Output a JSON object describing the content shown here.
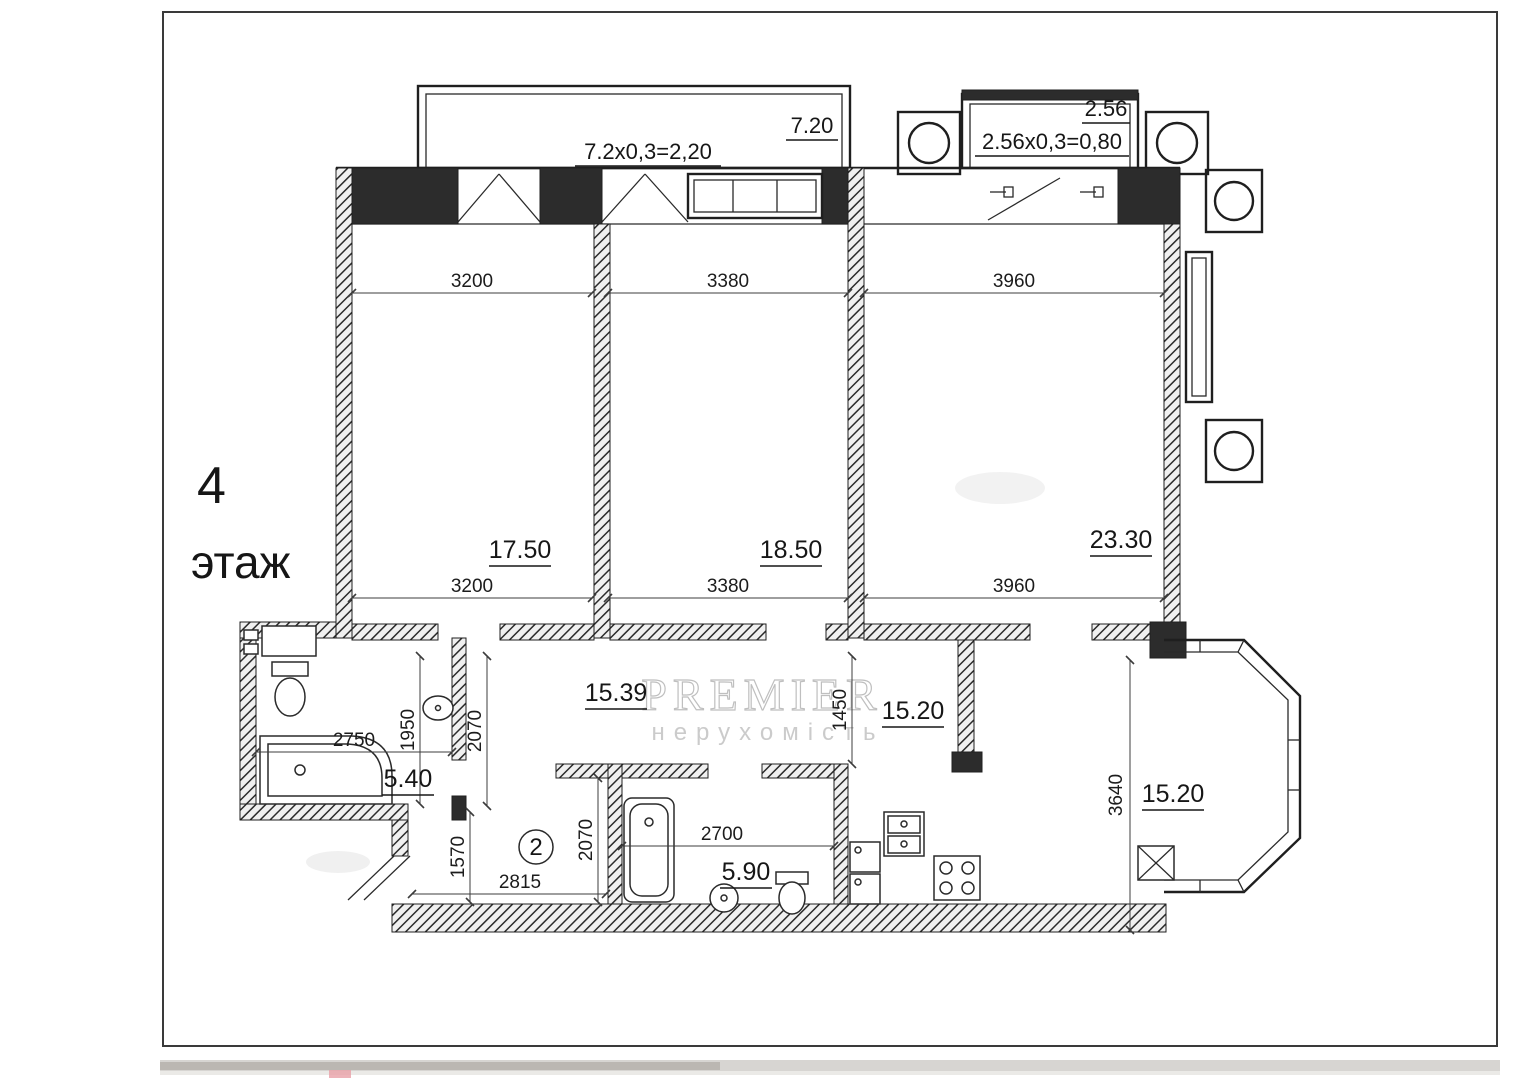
{
  "sheet": {
    "floor_number": "4",
    "floor_word": "этаж",
    "unit_number": "2"
  },
  "watermark": {
    "brand": "Premier",
    "tagline": "нерухомість"
  },
  "balconies": {
    "left": {
      "area_label": "7.20",
      "formula": "7.2x0,3=2,20"
    },
    "right": {
      "area_label": "2.56",
      "formula": "2.56x0,3=0,80"
    }
  },
  "rooms": {
    "bedroom1": "17.50",
    "bedroom2": "18.50",
    "living_room": "23.30",
    "hallway": "15.39",
    "corridor": "15.20",
    "bathroom": "5.40",
    "wc": "5.90",
    "kitchen": "15.20"
  },
  "dimensions": {
    "top_row": [
      "3200",
      "3380",
      "3960"
    ],
    "inner_row": [
      "3200",
      "3380",
      "3960"
    ],
    "bathroom_width": "2750",
    "bathroom_depth": "1950",
    "hall_left_depth": "2070",
    "entry_depth": "1570",
    "entry_width": "2815",
    "hall_mid_depth": "2070",
    "wc_width": "2700",
    "corridor_depth": "1450",
    "kitchen_depth": "3640"
  }
}
